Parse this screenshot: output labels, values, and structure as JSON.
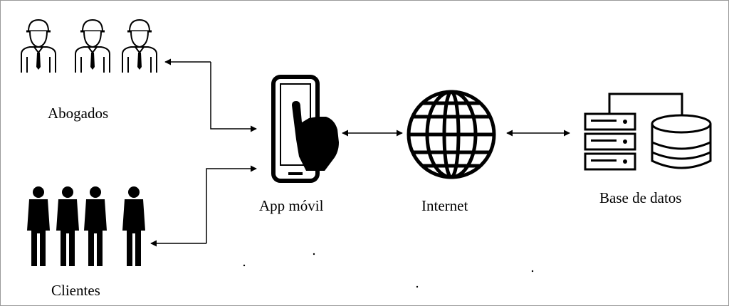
{
  "diagram": {
    "nodes": {
      "lawyers": {
        "label": "Abogados",
        "icon": "lawyer-group-icon"
      },
      "clients": {
        "label": "Clientes",
        "icon": "people-silhouette-group-icon"
      },
      "app": {
        "label": "App móvil",
        "icon": "smartphone-touch-icon"
      },
      "internet": {
        "label": "Internet",
        "icon": "globe-icon"
      },
      "database": {
        "label": "Base de datos",
        "icon": "server-database-icon"
      }
    },
    "edges": [
      {
        "from": "lawyers",
        "to": "app",
        "direction": "bidirectional"
      },
      {
        "from": "clients",
        "to": "app",
        "direction": "bidirectional"
      },
      {
        "from": "app",
        "to": "internet",
        "direction": "bidirectional"
      },
      {
        "from": "internet",
        "to": "database",
        "direction": "bidirectional"
      }
    ],
    "colors": {
      "ink": "#000000",
      "background": "#ffffff",
      "frame": "#9a9a9a"
    }
  }
}
